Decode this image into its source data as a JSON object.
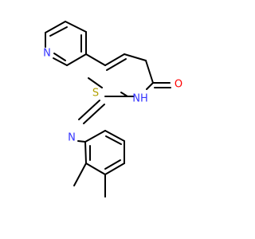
{
  "molecule": {
    "atoms": {
      "pyridine_n": {
        "symbol": "N",
        "color": "#3333ff"
      },
      "ring_s": {
        "symbol": "S",
        "color": "#b2a000"
      },
      "ring_nh": {
        "symbol": "NH",
        "color": "#3333ff"
      },
      "carbonyl_o": {
        "symbol": "O",
        "color": "#ff0000"
      },
      "imine_n": {
        "symbol": "N",
        "color": "#3333ff"
      }
    }
  }
}
